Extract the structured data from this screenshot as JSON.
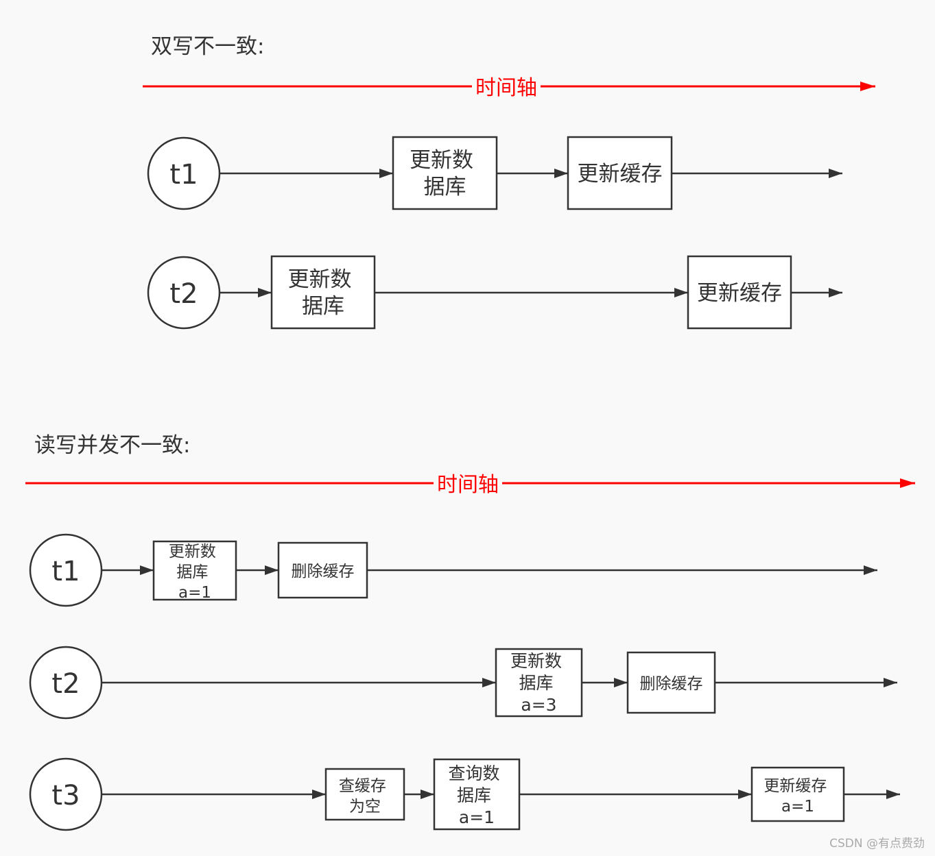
{
  "colors": {
    "timeline": "#ff0000",
    "stroke": "#333333",
    "text": "#333333",
    "watermark": "#aaaaaa",
    "box_fill": "#ffffff"
  },
  "section1": {
    "title": "双写不一致:",
    "timeline_label": "时间轴",
    "threads": [
      {
        "label": "t1",
        "steps": [
          {
            "lines": [
              "更新数",
              "据库"
            ]
          },
          {
            "lines": [
              "更新缓存"
            ]
          }
        ]
      },
      {
        "label": "t2",
        "steps": [
          {
            "lines": [
              "更新数",
              "据库"
            ]
          },
          {
            "lines": [
              "更新缓存"
            ]
          }
        ]
      }
    ]
  },
  "section2": {
    "title": "读写并发不一致:",
    "timeline_label": "时间轴",
    "threads": [
      {
        "label": "t1",
        "steps": [
          {
            "lines": [
              "更新数",
              "据库",
              "a=1"
            ]
          },
          {
            "lines": [
              "删除缓存"
            ]
          }
        ]
      },
      {
        "label": "t2",
        "steps": [
          {
            "lines": [
              "更新数",
              "据库",
              "a=3"
            ]
          },
          {
            "lines": [
              "删除缓存"
            ]
          }
        ]
      },
      {
        "label": "t3",
        "steps": [
          {
            "lines": [
              "查缓存",
              "为空"
            ]
          },
          {
            "lines": [
              "查询数",
              "据库",
              "a=1"
            ]
          },
          {
            "lines": [
              "更新缓存",
              "a=1"
            ]
          }
        ]
      }
    ]
  },
  "watermark": "CSDN @有点费劲"
}
